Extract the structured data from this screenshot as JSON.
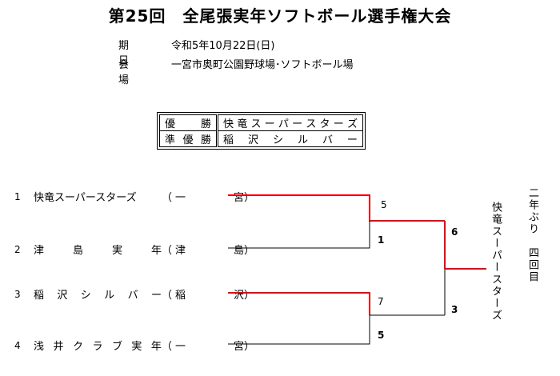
{
  "title": "第25回　全尾張実年ソフトボール選手権大会",
  "info": {
    "date_label": "期　日",
    "date_value": "令和5年10月22日(日)",
    "venue_label": "会　場",
    "venue_value": "一宮市奥町公園野球場･ソフトボール場"
  },
  "results": {
    "winner_label": [
      "優",
      "勝"
    ],
    "winner_value": [
      "快",
      "竜",
      "ス",
      "ー",
      "パ",
      "ー",
      "ス",
      "タ",
      "ー",
      "ズ"
    ],
    "runner_up_label": [
      "準",
      "優",
      "勝"
    ],
    "runner_up_value": [
      "稲",
      "沢",
      "シ",
      "ル",
      "バ",
      "ー"
    ]
  },
  "teams": [
    {
      "seed": "1",
      "name": [
        "快竜スーパースターズ"
      ],
      "paren_open": "（",
      "city": [
        "一",
        "宮"
      ],
      "paren_close": "）"
    },
    {
      "seed": "2",
      "name": [
        "津",
        "島",
        "実",
        "年"
      ],
      "paren_open": "（",
      "city": [
        "津",
        "島"
      ],
      "paren_close": "）"
    },
    {
      "seed": "3",
      "name": [
        "稲",
        "沢",
        "シ",
        "ル",
        "バ",
        "ー"
      ],
      "paren_open": "（",
      "city": [
        "稲",
        "沢"
      ],
      "paren_close": "）"
    },
    {
      "seed": "4",
      "name": [
        "浅",
        "井",
        "ク",
        "ラ",
        "ブ",
        "実",
        "年"
      ],
      "paren_open": "（",
      "city": [
        "一",
        "宮"
      ],
      "paren_close": "）"
    }
  ],
  "scores": {
    "match1_top": "5",
    "match1_bottom": "1",
    "match2_top": "7",
    "match2_bottom": "5",
    "final_top": "6",
    "final_bottom": "3"
  },
  "champion": "快竜スーパースターズ",
  "note": "二年ぶり　四回目",
  "colors": {
    "winner_line": "#e60012",
    "loser_line": "#000000"
  }
}
